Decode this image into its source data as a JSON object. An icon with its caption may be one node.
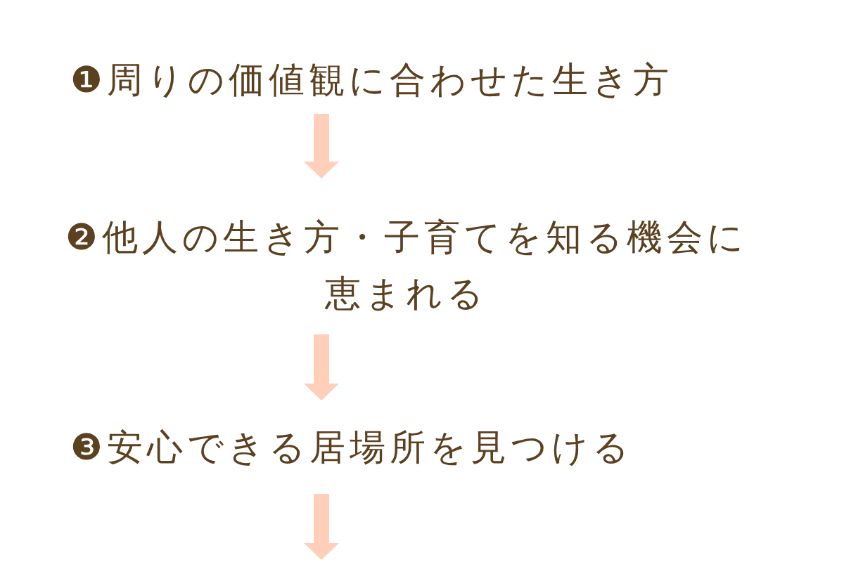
{
  "diagram": {
    "nodes": [
      {
        "text": [
          "❶周りの価値観に合わせた生き方"
        ]
      },
      {
        "text": [
          "❷他人の生き方・子育てを知る機会に恵まれる"
        ]
      },
      {
        "text": [
          "❸安心できる居場所を見つける"
        ]
      }
    ],
    "edges": [
      {
        "from": 0,
        "to": 1,
        "arrow": "to"
      },
      {
        "from": 1,
        "to": 2,
        "arrow": "to"
      },
      {
        "from": 2,
        "to": null,
        "arrow": "to"
      }
    ]
  }
}
